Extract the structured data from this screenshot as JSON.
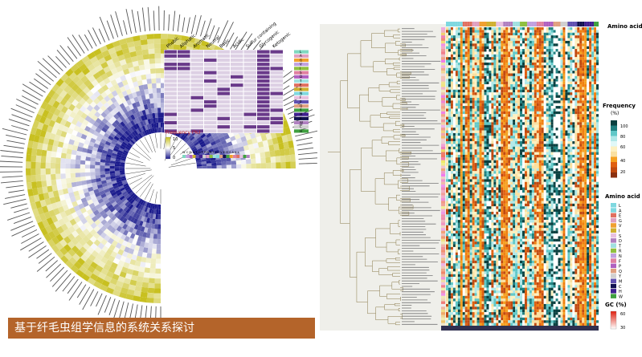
{
  "caption": "基于纤毛虫组学信息的系统关系探讨",
  "left_figure": {
    "property_headers": [
      "Phobic",
      "Aliphatic",
      "Aromatic",
      "Neutral",
      "Basic",
      "Acidic",
      "Sulfur containing",
      "Glycogenic",
      "Ketogenic"
    ],
    "amino_acid_letters": [
      "L",
      "A",
      "G",
      "V",
      "I",
      "S",
      "D",
      "T",
      "E",
      "R",
      "N",
      "F",
      "P",
      "Q",
      "Y",
      "M",
      "K",
      "W",
      "C",
      "H"
    ],
    "legend_title": "Frequency (%)",
    "legend_ticks": [
      "10",
      "5",
      "0"
    ],
    "legend_ticks_alt": [
      "0"
    ],
    "column_header_letters": "W C M H Y Q F P N R T D I V E G S A K L",
    "colors": {
      "high": "#c8c020",
      "mid": "#ffffff",
      "low": "#1a1a8c",
      "property": "#6a3a8a",
      "property_bg": "#ddd0e4"
    }
  },
  "right_figure": {
    "amino_acid_title": "Amino acid",
    "frequency_title": "Frequency",
    "frequency_unit": "(%)",
    "frequency_ticks": [
      "100",
      "80",
      "60",
      "40",
      "20"
    ],
    "amino_acid_legend_title": "Amino acid",
    "amino_acid_legend": [
      "L",
      "A",
      "E",
      "G",
      "V",
      "I",
      "S",
      "D",
      "T",
      "R",
      "N",
      "F",
      "P",
      "Q",
      "Y",
      "M",
      "C",
      "H",
      "W"
    ],
    "gc_title": "GC (%)",
    "gc_ticks": [
      "60",
      "30"
    ],
    "legend_swatch_colors": [
      "#7fd8e0",
      "#7fd8e0",
      "#e07060",
      "#e0a0c0",
      "#f0a030",
      "#d0b030",
      "#e8c0e0",
      "#b080c0",
      "#a0e0e0",
      "#90c040",
      "#c0a0e0",
      "#e080a0",
      "#b060c0",
      "#e0a080",
      "#d0d0d0",
      "#6050b0",
      "#101050",
      "#402090",
      "#40a040"
    ]
  }
}
